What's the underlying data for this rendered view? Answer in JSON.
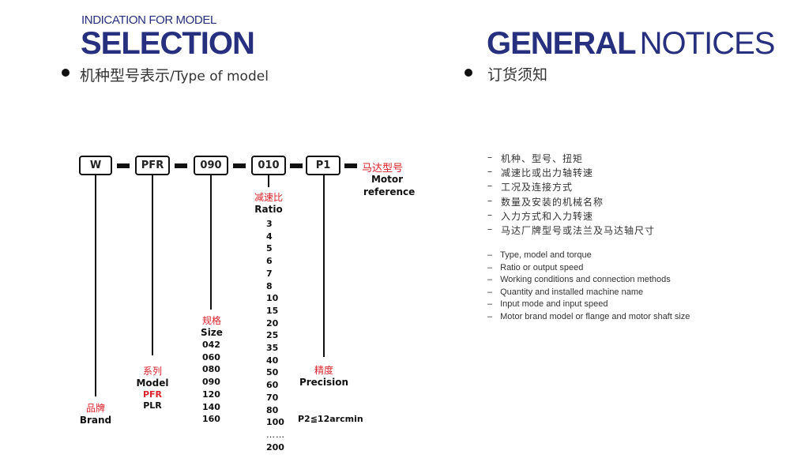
{
  "left": {
    "kicker": "INDICATION FOR MODEL",
    "heading": "SELECTION",
    "subtitle_zh": "机种型号表示",
    "subtitle_en": "/Type of  model"
  },
  "right": {
    "heading_bold": "GENERAL",
    "heading_light": "NOTICES",
    "subtitle_zh": "订货须知"
  },
  "code_boxes": [
    "W",
    "PFR",
    "090",
    "010",
    "P1"
  ],
  "motor": {
    "zh": "马达型号",
    "en1": "Motor",
    "en2": "reference"
  },
  "ratio": {
    "zh": "减速比",
    "en": "Ratio",
    "values": [
      "3",
      "4",
      "5",
      "6",
      "7",
      "8",
      "10",
      "15",
      "20",
      "25",
      "35",
      "40",
      "50",
      "60",
      "70",
      "80",
      "100",
      "……",
      "200"
    ]
  },
  "size": {
    "zh": "规格",
    "en": "Size",
    "values": [
      "042",
      "060",
      "080",
      "090",
      "120",
      "140",
      "160"
    ]
  },
  "model": {
    "zh": "系列",
    "en": "Model",
    "pfr": "PFR",
    "plr": "PLR"
  },
  "brand": {
    "zh": "品牌",
    "en": "Brand"
  },
  "precision": {
    "zh": "精度",
    "en": "Precision",
    "value": "P2≦12arcmin"
  },
  "notices_zh": [
    "机种、型号、扭矩",
    "减速比或出力轴转速",
    "工况及连接方式",
    "数量及安装的机械名称",
    "入力方式和入力转速",
    "马达厂牌型号或法兰及马达轴尺寸"
  ],
  "notices_en": [
    "Type, model and torque",
    "Ratio or output speed",
    "Working conditions and connection methods",
    "Quantity and installed machine name",
    "Input mode and input speed",
    "Motor brand model or flange and motor shaft size"
  ],
  "dash": "–",
  "colors": {
    "navy": "#27307f",
    "red": "#d8232a"
  }
}
